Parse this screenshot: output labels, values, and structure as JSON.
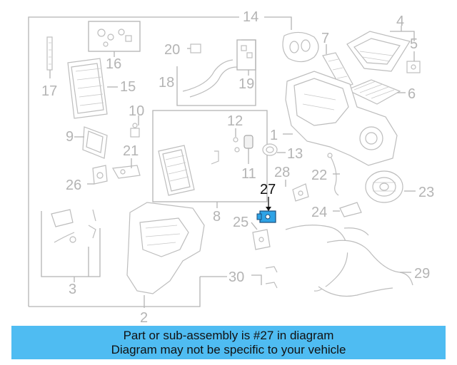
{
  "highlight_color": "#2ea3e6",
  "banner_color": "#4fbcf2",
  "callouts": {
    "c1": "1",
    "c2": "2",
    "c3": "3",
    "c4": "4",
    "c5": "5",
    "c6": "6",
    "c7": "7",
    "c8": "8",
    "c9": "9",
    "c10": "10",
    "c11": "11",
    "c12": "12",
    "c13": "13",
    "c14": "14",
    "c15": "15",
    "c16": "16",
    "c17": "17",
    "c18": "18",
    "c19": "19",
    "c20": "20",
    "c21": "21",
    "c22": "22",
    "c23": "23",
    "c24": "24",
    "c25": "25",
    "c26": "26",
    "c27": "27",
    "c28": "28",
    "c29": "29",
    "c30": "30"
  },
  "banner": {
    "line1": "Part or sub-assembly is #27 in diagram",
    "line2": "Diagram may not be specific to your vehicle"
  }
}
